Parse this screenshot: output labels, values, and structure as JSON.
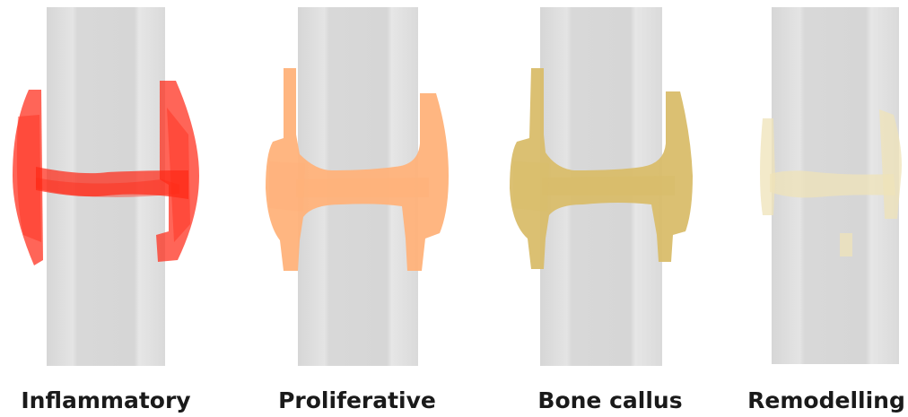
{
  "stages": [
    {
      "id": "inflammatory",
      "label": "Inflammatory",
      "color": "#ff2a17",
      "opacity": 0.72
    },
    {
      "id": "proliferative",
      "label": "Proliferative",
      "color": "#ffb27a",
      "opacity": 0.95
    },
    {
      "id": "bone-callus",
      "label": "Bone callus",
      "color": "#d9bd6a",
      "opacity": 0.95
    },
    {
      "id": "remodelling",
      "label": "Remodelling",
      "color": "#efe3b8",
      "opacity": 0.75
    }
  ],
  "bone_color": "#dcdcdc"
}
